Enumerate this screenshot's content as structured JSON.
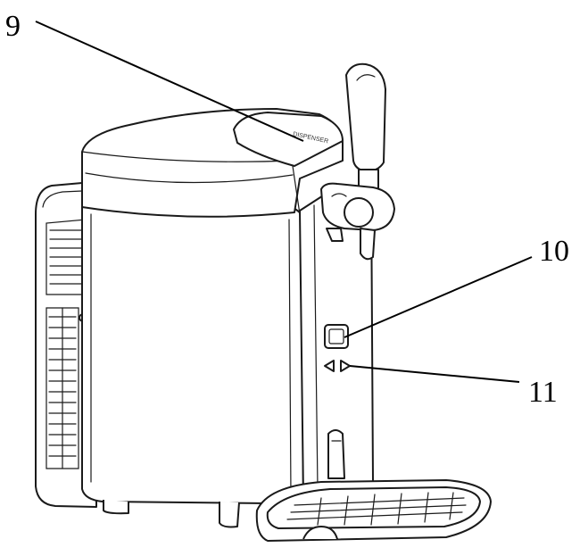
{
  "labels": {
    "part_9": "9",
    "part_10": "10",
    "part_11": "11"
  },
  "colors": {
    "line": "#1a1a1a",
    "background": "#ffffff"
  }
}
